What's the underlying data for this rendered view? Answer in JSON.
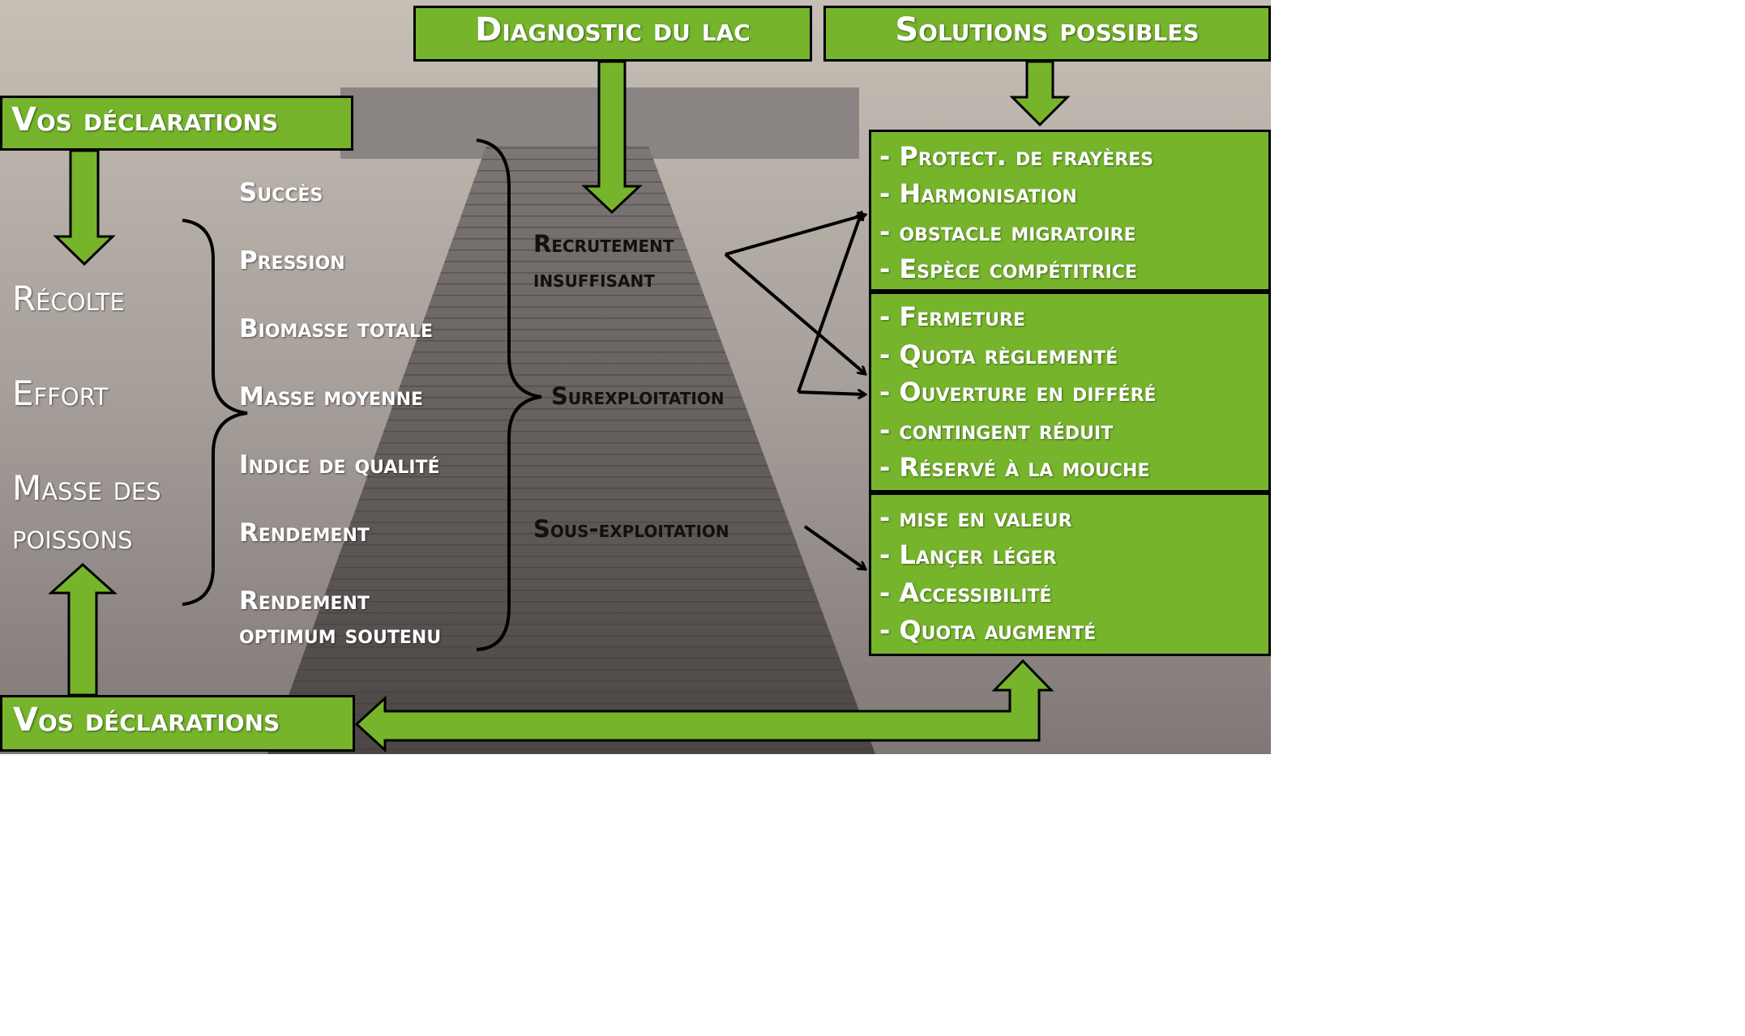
{
  "headers": {
    "diagnostic": "Diagnostic du lac",
    "solutions": "Solutions possibles",
    "declarations_top": "Vos déclarations",
    "declarations_bottom": "Vos déclarations"
  },
  "inputs": [
    "Récolte",
    "Effort",
    "Masse des",
    "poissons"
  ],
  "indicators": [
    "Succès",
    "Pression",
    "Biomasse totale",
    "Masse moyenne",
    "Indice de qualité",
    "Rendement",
    "Rendement",
    "optimum soutenu"
  ],
  "diagnoses": {
    "recrutement_1": "Recrutement",
    "recrutement_2": "insuffisant",
    "surexploitation": "Surexploitation",
    "sous_exploitation": "Sous-exploitation"
  },
  "solution_groups": [
    [
      "- Protect. de frayères",
      "- Harmonisation",
      "- obstacle migratoire",
      "- Espèce compétitrice"
    ],
    [
      "- Fermeture",
      "- Quota règlementé",
      "- Ouverture en différé",
      "- contingent réduit",
      "- Réservé à la mouche"
    ],
    [
      "- mise en valeur",
      "- Lançer léger",
      "- Accessibilité",
      "- Quota augmenté"
    ]
  ],
  "colors": {
    "green": "#76b42c",
    "outline": "#000000",
    "text": "#ffffff"
  }
}
